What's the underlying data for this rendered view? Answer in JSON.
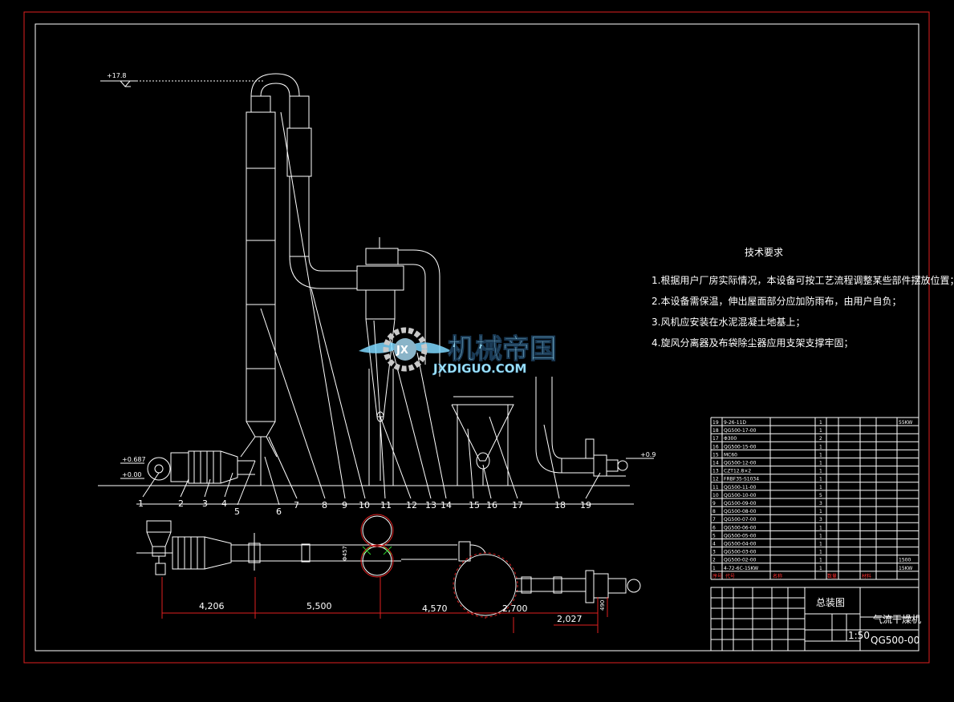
{
  "tech_req": {
    "title": "技术要求",
    "items": [
      "1.根据用户厂房实际情况，本设备可按工艺流程调整某些部件摆放位置；",
      "2.本设备需保温，伸出屋面部分应加防雨布，由用户自负；",
      "3.风机应安装在水泥混凝土地基上；",
      "4.旋风分离器及布袋除尘器应用支架支撑牢固；"
    ]
  },
  "elevations": {
    "top": "+17.8",
    "a": "+0.687",
    "b": "+0.00",
    "right": "+0.9"
  },
  "balloons": [
    "1",
    "2",
    "3",
    "4",
    "5",
    "6",
    "7",
    "8",
    "9",
    "10",
    "11",
    "12",
    "13",
    "14",
    "15",
    "16",
    "17",
    "18",
    "19"
  ],
  "dimensions": {
    "d1": "4,206",
    "d2": "5,500",
    "d3": "4,570",
    "d4": "2,700",
    "d5": "2,027",
    "d6": "490",
    "pipe": "Φ457"
  },
  "watermark": {
    "title": "机械帝国",
    "url": "JXDIGUO.COM",
    "badge": "JX"
  },
  "bom": {
    "rows": [
      {
        "no": "19",
        "code": "9-26-11D",
        "qty": "1",
        "note": "55KW"
      },
      {
        "no": "18",
        "code": "QG500-17-00",
        "qty": "1",
        "note": ""
      },
      {
        "no": "17",
        "code": "Φ300",
        "qty": "2",
        "note": ""
      },
      {
        "no": "16",
        "code": "QG500-15-00",
        "qty": "1",
        "note": ""
      },
      {
        "no": "15",
        "code": "MC60",
        "qty": "1",
        "note": ""
      },
      {
        "no": "14",
        "code": "QG500-12-00",
        "qty": "1",
        "note": ""
      },
      {
        "no": "13",
        "code": "CZT12.8×2",
        "qty": "1",
        "note": ""
      },
      {
        "no": "12",
        "code": "FRBF35-S1034",
        "qty": "1",
        "note": ""
      },
      {
        "no": "11",
        "code": "QG500-11-00",
        "qty": "1",
        "note": ""
      },
      {
        "no": "10",
        "code": "QG500-10-00",
        "qty": "5",
        "note": ""
      },
      {
        "no": "9",
        "code": "QG500-09-00",
        "qty": "3",
        "note": ""
      },
      {
        "no": "8",
        "code": "QG500-08-00",
        "qty": "1",
        "note": ""
      },
      {
        "no": "7",
        "code": "QG500-07-00",
        "qty": "3",
        "note": ""
      },
      {
        "no": "6",
        "code": "QG500-06-00",
        "qty": "1",
        "note": ""
      },
      {
        "no": "5",
        "code": "QG500-05-00",
        "qty": "1",
        "note": ""
      },
      {
        "no": "4",
        "code": "QG500-04-00",
        "qty": "1",
        "note": ""
      },
      {
        "no": "3",
        "code": "QG500-03-00",
        "qty": "1",
        "note": ""
      },
      {
        "no": "2",
        "code": "QG500-02-00",
        "qty": "1",
        "note": "1500"
      },
      {
        "no": "1",
        "code": "4-72-6C-15KW",
        "qty": "1",
        "note": "15KW"
      }
    ],
    "header": {
      "no": "序号",
      "code": "代号",
      "name": "名称",
      "qty": "数量",
      "material": "材料"
    }
  },
  "title_block": {
    "drawing_title": "总装图",
    "product": "气流干燥机",
    "drawing_no": "QG500-00",
    "scale": "1:50"
  }
}
